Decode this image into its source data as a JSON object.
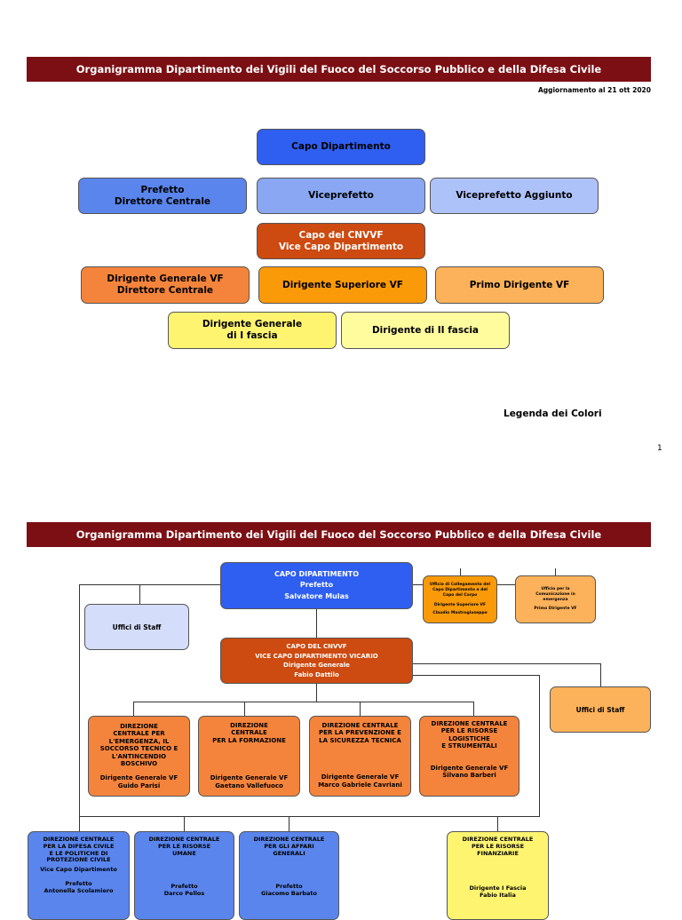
{
  "page1": {
    "banner": "Organigramma Dipartimento dei Vigili del Fuoco del Soccorso Pubblico e della Difesa Civile",
    "update": "Aggiornamento al 21 ott 2020",
    "legend_title": "Legenda dei Colori",
    "page_number": "1",
    "legend": {
      "capo_dipartimento": "Capo Dipartimento",
      "prefetto": [
        "Prefetto",
        "Direttore Centrale"
      ],
      "viceprefetto": "Viceprefetto",
      "viceprefetto_aggiunto": "Viceprefetto Aggiunto",
      "capo_cnvvf": [
        "Capo del CNVVF",
        "Vice Capo Dipartimento"
      ],
      "dirigente_generale_vf": [
        "Dirigente Generale VF",
        "Direttore Centrale"
      ],
      "dirigente_superiore_vf": "Dirigente Superiore VF",
      "primo_dirigente_vf": "Primo Dirigente VF",
      "dirigente_generale_i": [
        "Dirigente Generale",
        "di I fascia"
      ],
      "dirigente_ii": "Dirigente di II fascia"
    },
    "colors": {
      "capo_dipartimento": "#2f5ff0",
      "prefetto": "#5a85ec",
      "viceprefetto": "#89a7f2",
      "viceprefetto_aggiunto": "#aec2fa",
      "capo_cnvvf": "#cd4a10",
      "dirigente_generale_vf": "#f4843c",
      "dirigente_superiore_vf": "#fa9a08",
      "primo_dirigente_vf": "#fcb25a",
      "dirigente_generale_i": "#fff470",
      "dirigente_ii": "#fffc9e",
      "banner": "#7b0f14"
    }
  },
  "page2": {
    "banner": "Organigramma Dipartimento dei Vigili del Fuoco del Soccorso Pubblico e della Difesa Civile",
    "capo": [
      "CAPO DIPARTIMENTO",
      "Prefetto",
      "Salvatore Mulas"
    ],
    "staff_left": "Uffici di Staff",
    "staff_right": "Uffici di Staff",
    "ufficio_collegamento": [
      "Ufficio di Collegamento del",
      "Capo Dipartimento e del",
      "Capo del Corpo",
      "Dirigente Superiore VF",
      "Claudio Mastrogiuseppe"
    ],
    "ufficio_comunicazione": [
      "Ufficio per la",
      "Comunicazione in",
      "emergenza",
      "Primo Dirigente VF"
    ],
    "vice_capo": [
      "CAPO DEL CNVVF",
      "VICE CAPO DIPARTIMENTO VICARIO",
      "Dirigente Generale",
      "Fabio Dattilo"
    ],
    "dc_vf": [
      {
        "title": [
          "DIREZIONE",
          "CENTRALE PER",
          "L'EMERGENZA, IL",
          "SOCCORSO TECNICO E",
          "L'ANTINCENDIO",
          "BOSCHIVO"
        ],
        "role": "Dirigente Generale VF",
        "name": "Guido Parisi"
      },
      {
        "title": [
          "DIREZIONE",
          "CENTRALE",
          "PER LA FORMAZIONE"
        ],
        "role": "Dirigente Generale VF",
        "name": "Gaetano Vallefuoco"
      },
      {
        "title": [
          "DIREZIONE CENTRALE",
          "PER LA PREVENZIONE E",
          "LA SICUREZZA TECNICA"
        ],
        "role": "Dirigente Generale VF",
        "name": "Marco Gabriele Cavriani"
      },
      {
        "title": [
          "DIREZIONE CENTRALE",
          "PER LE RISORSE",
          "LOGISTICHE",
          "E STRUMENTALI"
        ],
        "role": "Dirigente Generale VF",
        "name": "Silvano Barberi"
      }
    ],
    "dc_pref": [
      {
        "title": [
          "DIREZIONE CENTRALE",
          "PER LA DIFESA CIVILE",
          "E LE POLITICHE DI",
          "PROTEZIONE CIVILE",
          "Vice Capo Dipartimento"
        ],
        "role": "Prefetto",
        "name": "Antonella Scolamiero"
      },
      {
        "title": [
          "DIREZIONE CENTRALE",
          "PER LE  RISORSE",
          "UMANE"
        ],
        "role": "Prefetto",
        "name": "Darco Pellos"
      },
      {
        "title": [
          "DIREZIONE CENTRALE",
          "PER GLI AFFARI",
          "GENERALI"
        ],
        "role": "Prefetto",
        "name": "Giacomo Barbato"
      }
    ],
    "dc_fin": {
      "title": [
        "DIREZIONE CENTRALE",
        "PER LE RISORSE",
        "FINANZIARIE"
      ],
      "role": "Dirigente I Fascia",
      "name": "Fabio Italia"
    }
  }
}
